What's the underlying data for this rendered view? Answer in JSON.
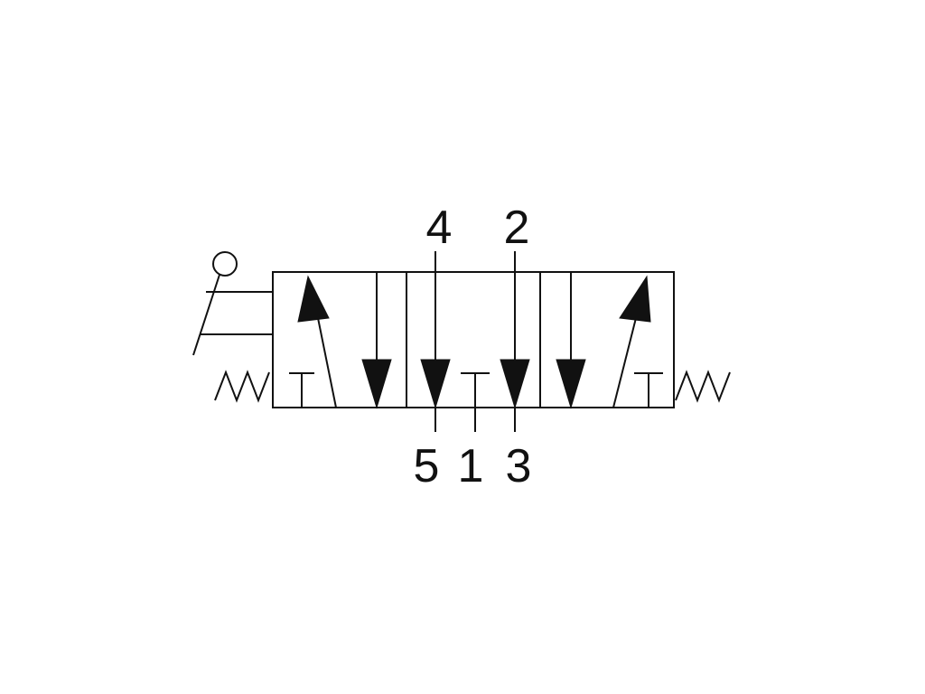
{
  "diagram": {
    "stroke_color": "#111111",
    "background_color": "#ffffff",
    "actuator_left": "roller-lever-icon",
    "actuator_right": "spring-return-icon",
    "ports": {
      "top": [
        {
          "id": "port-4",
          "label": "4"
        },
        {
          "id": "port-2",
          "label": "2"
        }
      ],
      "bottom": [
        {
          "id": "port-5",
          "label": "5"
        },
        {
          "id": "port-1",
          "label": "1"
        },
        {
          "id": "port-3",
          "label": "3"
        }
      ]
    }
  }
}
